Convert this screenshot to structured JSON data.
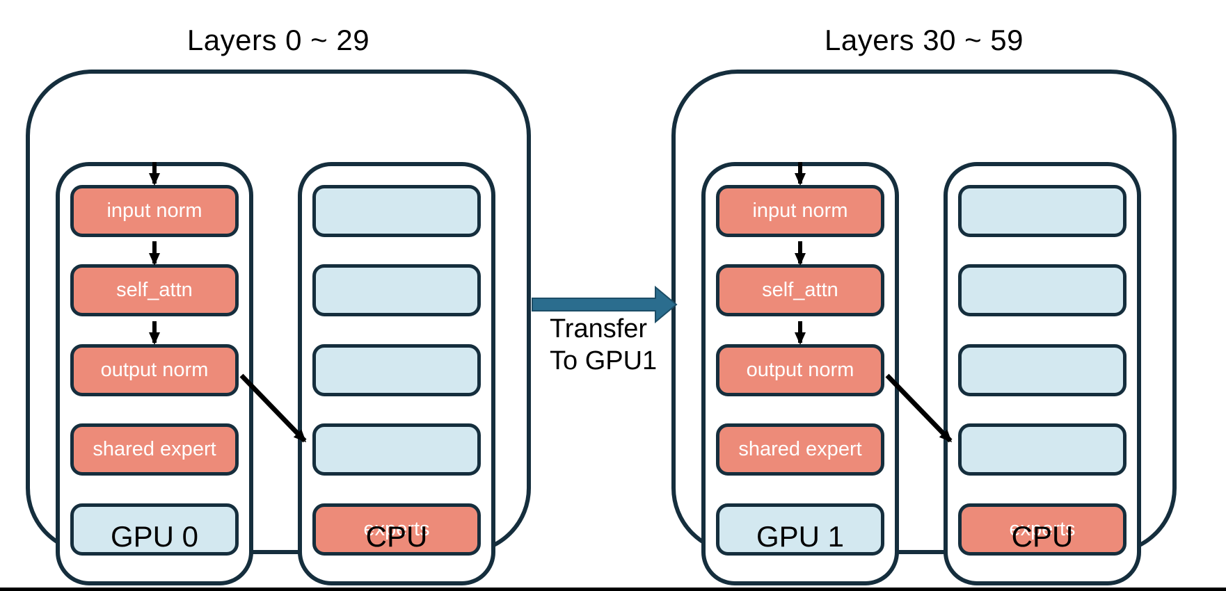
{
  "diagram": {
    "groups": [
      {
        "title": "Layers 0 ~ 29",
        "gpu_label": "GPU 0",
        "cpu_label": "CPU",
        "gpu_boxes": [
          {
            "label": "input norm",
            "type": "salmon"
          },
          {
            "label": "self_attn",
            "type": "salmon"
          },
          {
            "label": "output norm",
            "type": "salmon"
          },
          {
            "label": "shared expert",
            "type": "salmon"
          },
          {
            "label": "",
            "type": "blue"
          }
        ],
        "cpu_boxes": [
          {
            "label": "",
            "type": "blue"
          },
          {
            "label": "",
            "type": "blue"
          },
          {
            "label": "",
            "type": "blue"
          },
          {
            "label": "",
            "type": "blue"
          },
          {
            "label": "experts",
            "type": "salmon"
          }
        ]
      },
      {
        "title": "Layers 30 ~ 59",
        "gpu_label": "GPU 1",
        "cpu_label": "CPU",
        "gpu_boxes": [
          {
            "label": "input norm",
            "type": "salmon"
          },
          {
            "label": "self_attn",
            "type": "salmon"
          },
          {
            "label": "output norm",
            "type": "salmon"
          },
          {
            "label": "shared expert",
            "type": "salmon"
          },
          {
            "label": "",
            "type": "blue"
          }
        ],
        "cpu_boxes": [
          {
            "label": "",
            "type": "blue"
          },
          {
            "label": "",
            "type": "blue"
          },
          {
            "label": "",
            "type": "blue"
          },
          {
            "label": "",
            "type": "blue"
          },
          {
            "label": "experts",
            "type": "salmon"
          }
        ]
      }
    ],
    "transfer": {
      "line1": "Transfer",
      "line2": "To GPU1"
    },
    "colors": {
      "border": "#152E3D",
      "salmon": "#ED8B79",
      "light_blue": "#D3E8F0",
      "transfer_arrow": "#2B6D8E",
      "text_dark": "#000000",
      "box_text": "#FFFFFF",
      "bottom_bar": "#000000"
    }
  }
}
